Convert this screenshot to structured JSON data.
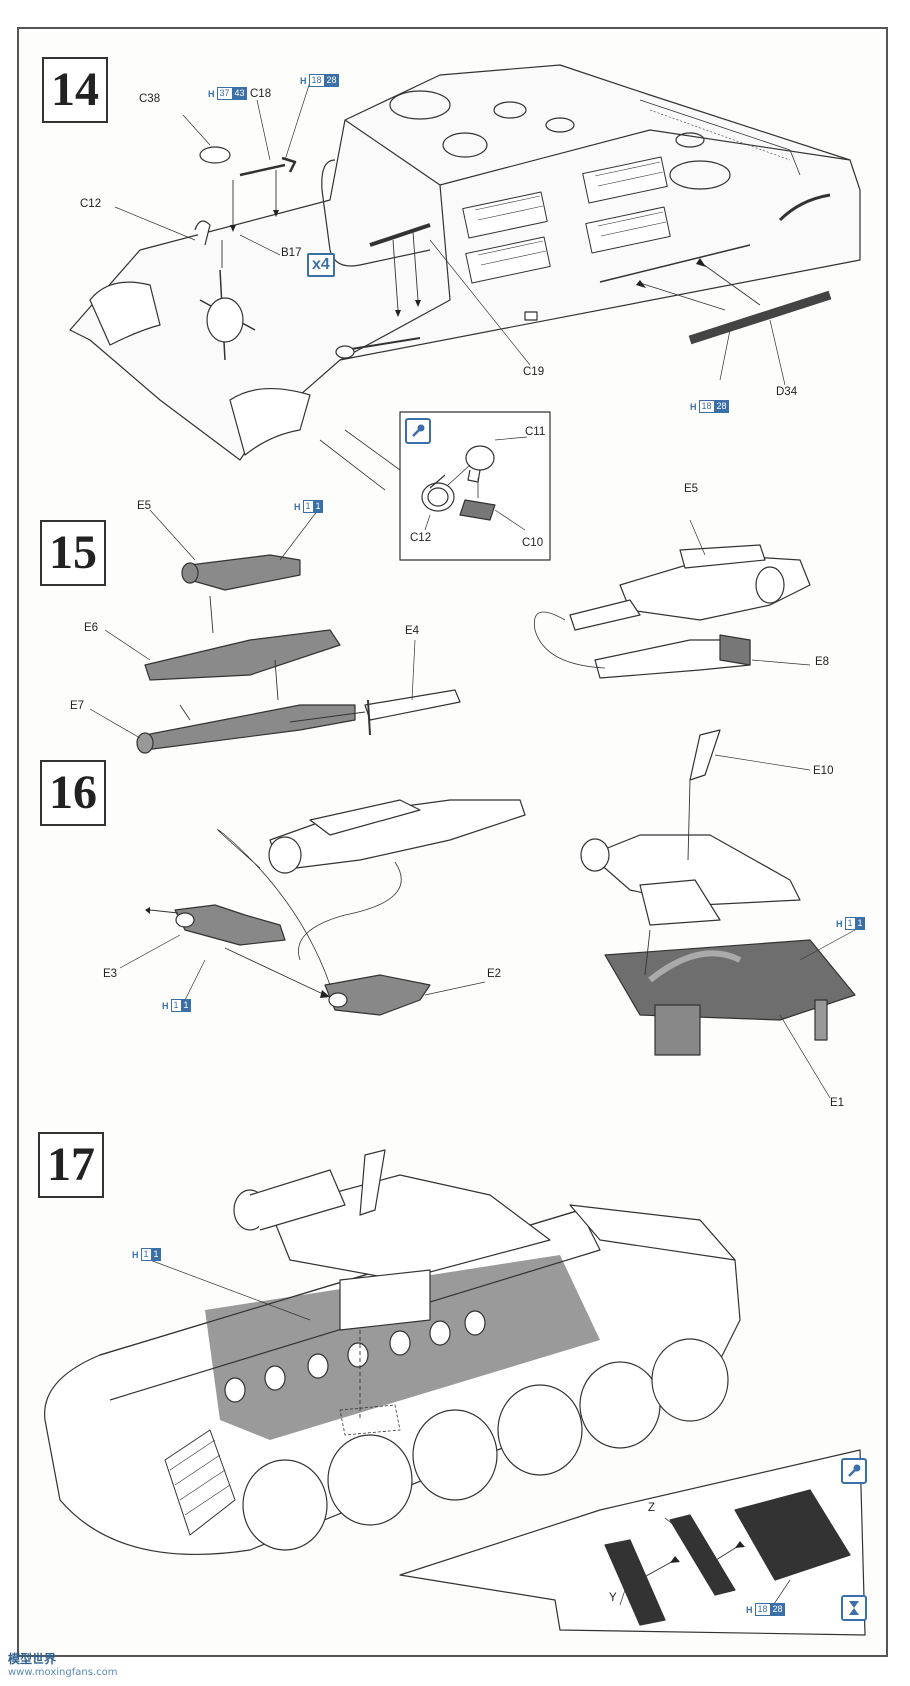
{
  "steps": [
    {
      "number": "14"
    },
    {
      "number": "15"
    },
    {
      "number": "16"
    },
    {
      "number": "17"
    }
  ],
  "labels": {
    "s14": [
      "C38",
      "C18",
      "C12",
      "B17",
      "C19",
      "D34",
      "C11",
      "C12",
      "C10"
    ],
    "s15": [
      "E5",
      "E6",
      "E7",
      "E4",
      "E5",
      "E8"
    ],
    "s16": [
      "E3",
      "E2",
      "E10",
      "E1"
    ],
    "s17": [
      "Z",
      "Y"
    ]
  },
  "paint_refs": {
    "r1": {
      "h": "H",
      "a": "37",
      "b": "43"
    },
    "r2": {
      "h": "H",
      "a": "18",
      "b": "28"
    },
    "r3": {
      "h": "H",
      "a": "18",
      "b": "28"
    },
    "r4": {
      "h": "H",
      "a": "1",
      "b": "1"
    },
    "r5": {
      "h": "H",
      "a": "1",
      "b": "1"
    },
    "r6": {
      "h": "H",
      "a": "1",
      "b": "1"
    },
    "r7": {
      "h": "H",
      "a": "1",
      "b": "1"
    },
    "r8": {
      "h": "H",
      "a": "18",
      "b": "28"
    }
  },
  "multiplier": "x4",
  "icons": [
    "glue-tip-icon",
    "hourglass-icon"
  ],
  "watermark": {
    "site": "模型世界",
    "url": "www.moxingfans.com"
  },
  "colors": {
    "line": "#333333",
    "part_fill": "#7a7a7a",
    "shade": "#9a9a9a",
    "paint_blue": "#3a6fa8"
  }
}
